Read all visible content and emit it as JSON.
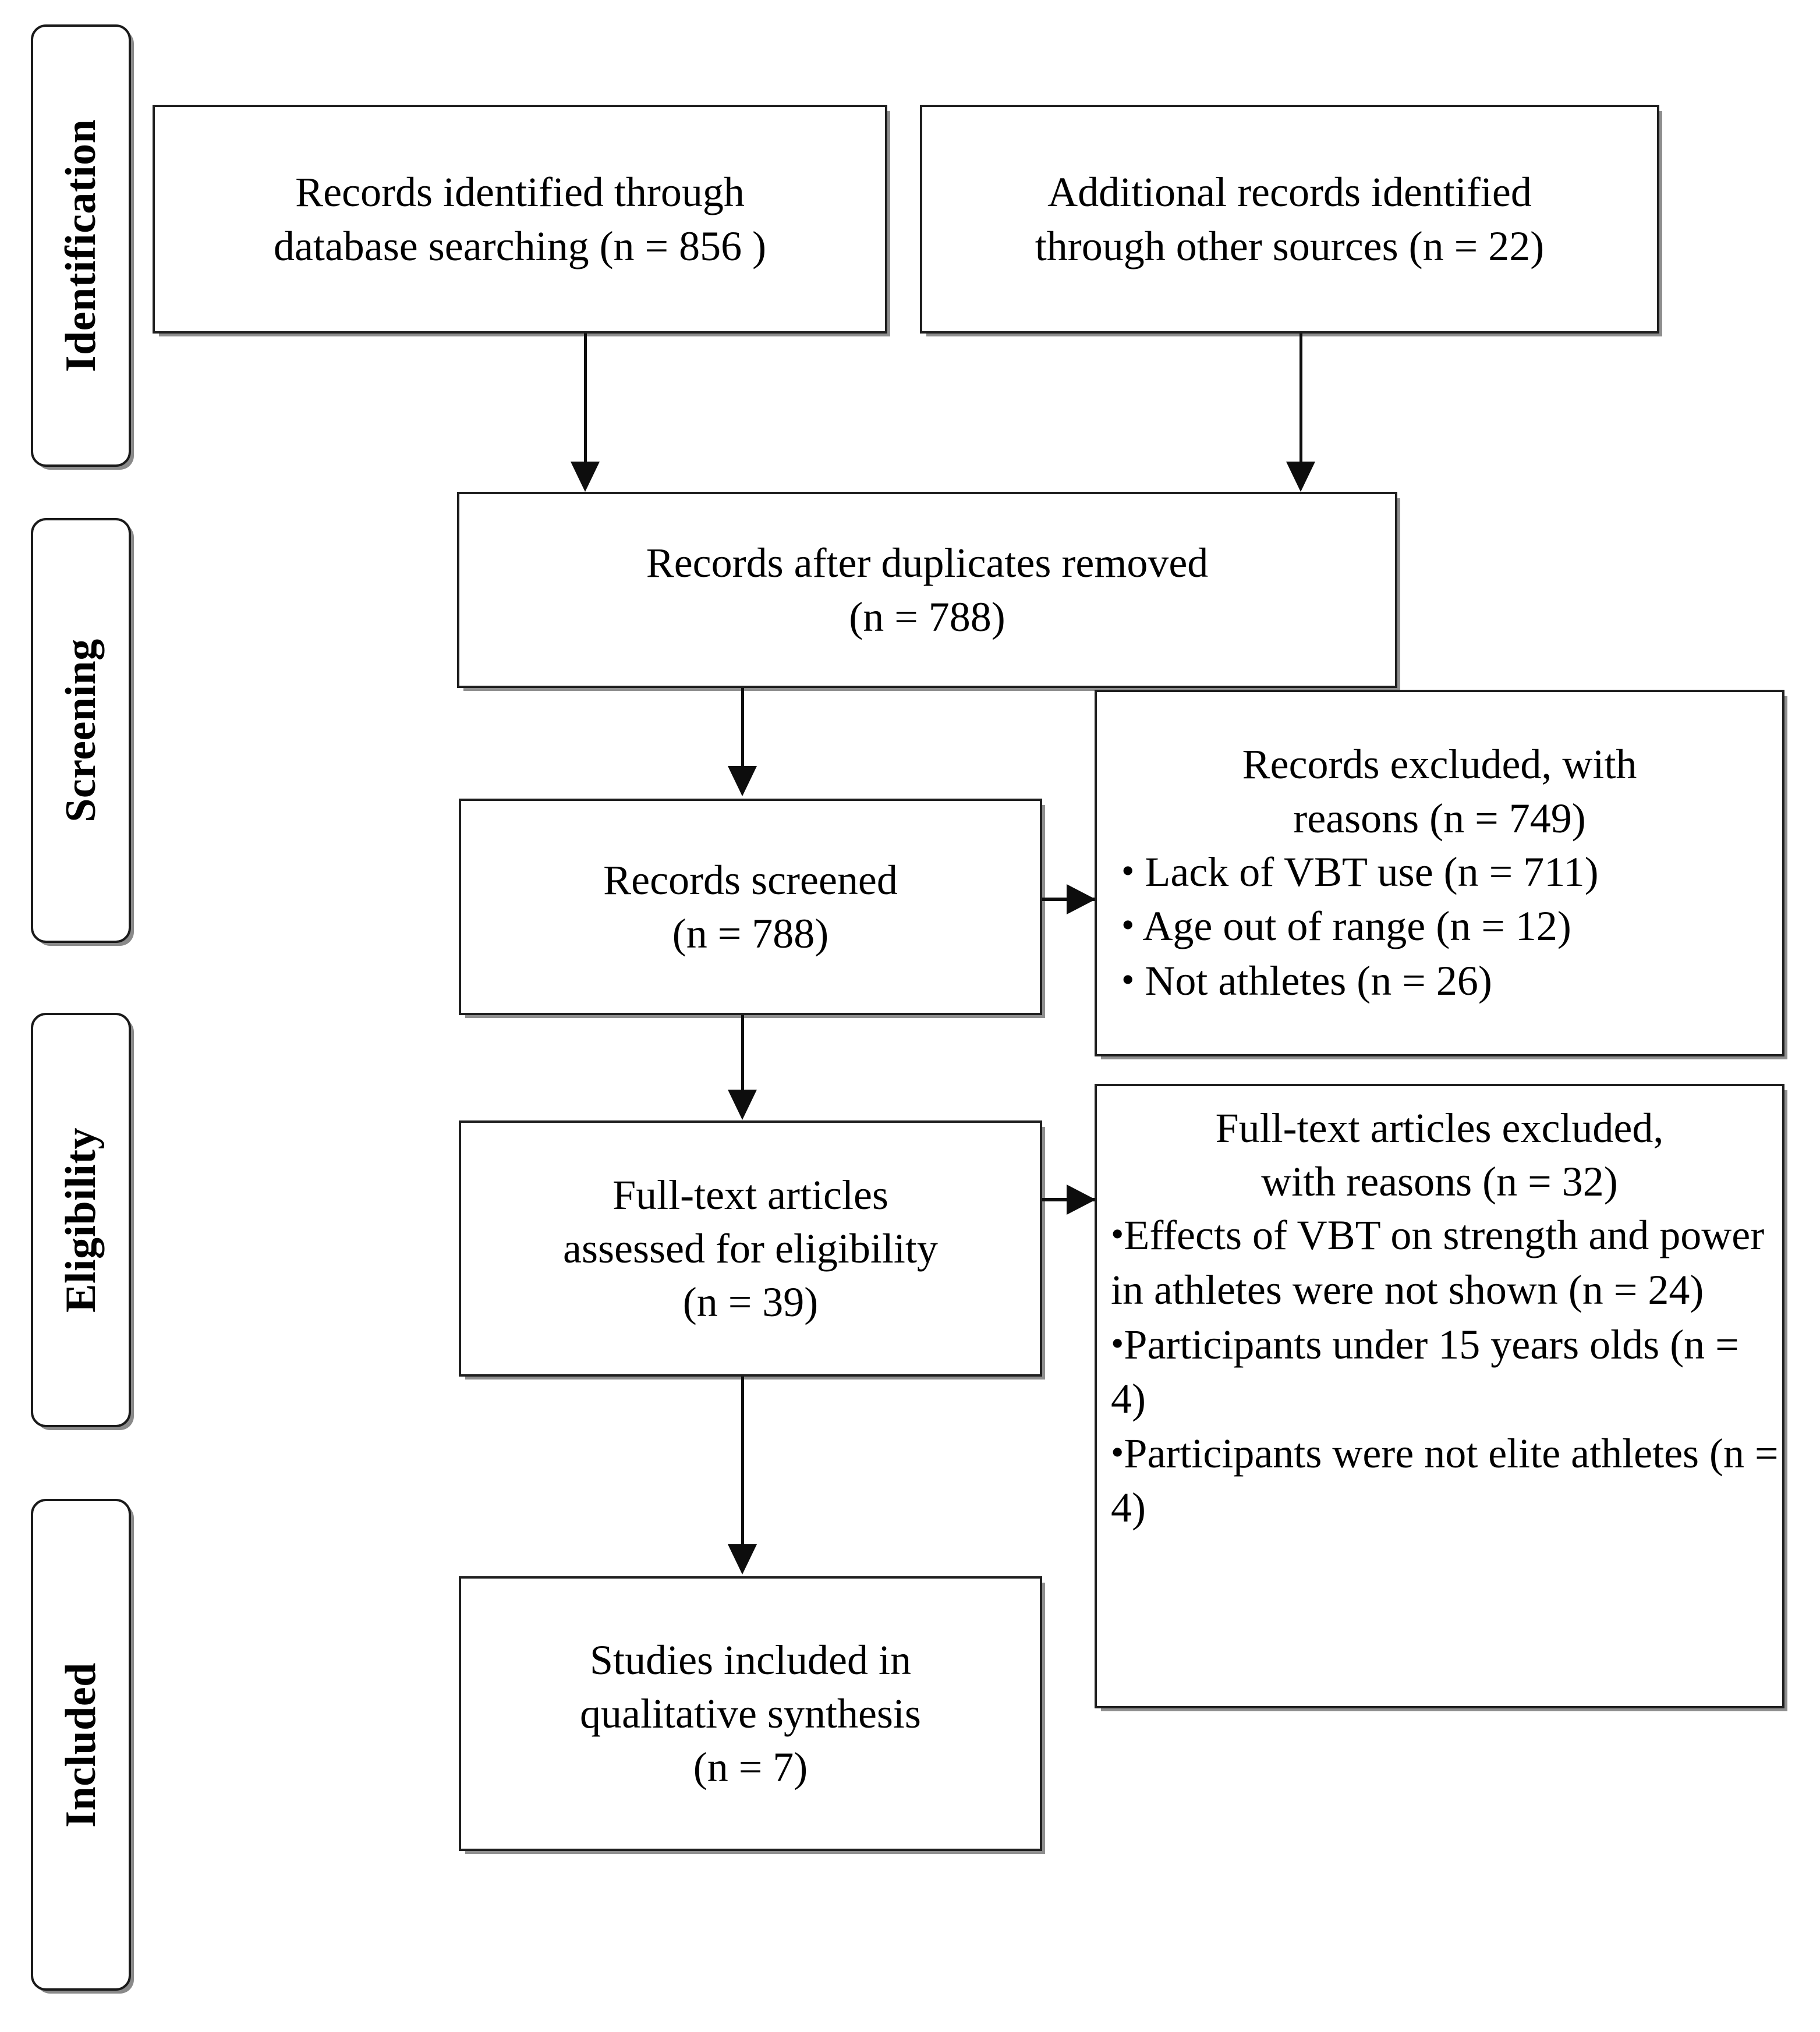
{
  "diagram": {
    "type": "prisma-flow-diagram",
    "stages": [
      {
        "id": "identification",
        "label": "Identification"
      },
      {
        "id": "screening",
        "label": "Screening"
      },
      {
        "id": "eligibility",
        "label": "Eligibility"
      },
      {
        "id": "included",
        "label": "Included"
      }
    ],
    "nodes": {
      "db_search": {
        "lines": [
          "Records identified through",
          "database searching (n = 856 )"
        ]
      },
      "other_sources": {
        "lines": [
          "Additional records identified",
          "through other sources (n = 22)"
        ]
      },
      "duplicates_removed": {
        "lines": [
          "Records after duplicates removed",
          "(n =  788)"
        ]
      },
      "records_screened": {
        "lines": [
          "Records screened",
          "(n = 788)"
        ]
      },
      "records_excluded": {
        "lines": [
          "Records excluded, with",
          "reasons (n = 749)"
        ],
        "bullets": [
          "Lack of VBT use (n = 711)",
          "Age out of range (n = 12)",
          "Not athletes (n = 26)"
        ]
      },
      "fulltext_assessed": {
        "lines": [
          "Full-text articles",
          "assessed for eligibility",
          "(n = 39)"
        ]
      },
      "fulltext_excluded": {
        "lines": [
          "Full-text articles excluded,",
          "with reasons (n = 32)"
        ],
        "bullets": [
          "Effects of VBT on strength and power in athletes were not shown (n = 24)",
          "Participants under 15 years olds (n = 4)",
          "Participants were not elite athletes (n = 4)"
        ]
      },
      "studies_included": {
        "lines": [
          "Studies included in",
          "qualitative synthesis",
          "(n = 7)"
        ]
      }
    },
    "bullet_glyph": "•",
    "colors": {
      "border": "#1f1f1f",
      "shadow": "#8f8f8f",
      "connector": "#0d0d0d",
      "background": "#ffffff",
      "text": "#000000"
    }
  }
}
